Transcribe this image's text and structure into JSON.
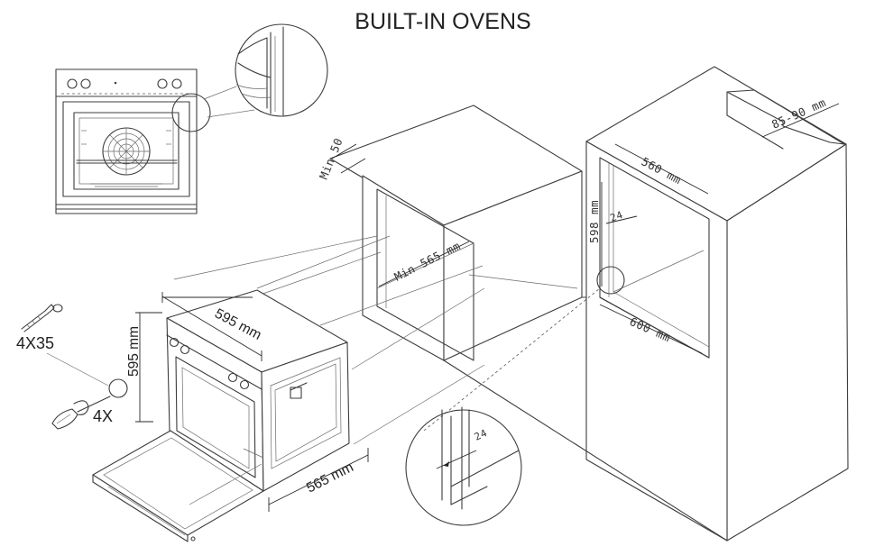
{
  "title": "BUILT-IN OVENS",
  "oven_dimensions": {
    "width": "595 mm",
    "height": "595 mm",
    "depth": "565 mm"
  },
  "cabinet_dimensions": {
    "min_top": "Min 50",
    "min_depth": "Min 565 mm",
    "rear_gap": "85-90 mm",
    "niche_width": "560 mm",
    "niche_height": "598 mm",
    "side_gap": "24",
    "cabinet_width": "600 mm",
    "detail_gap": "24"
  },
  "fixings": {
    "screw_size": "4X35",
    "quantity": "4X"
  }
}
